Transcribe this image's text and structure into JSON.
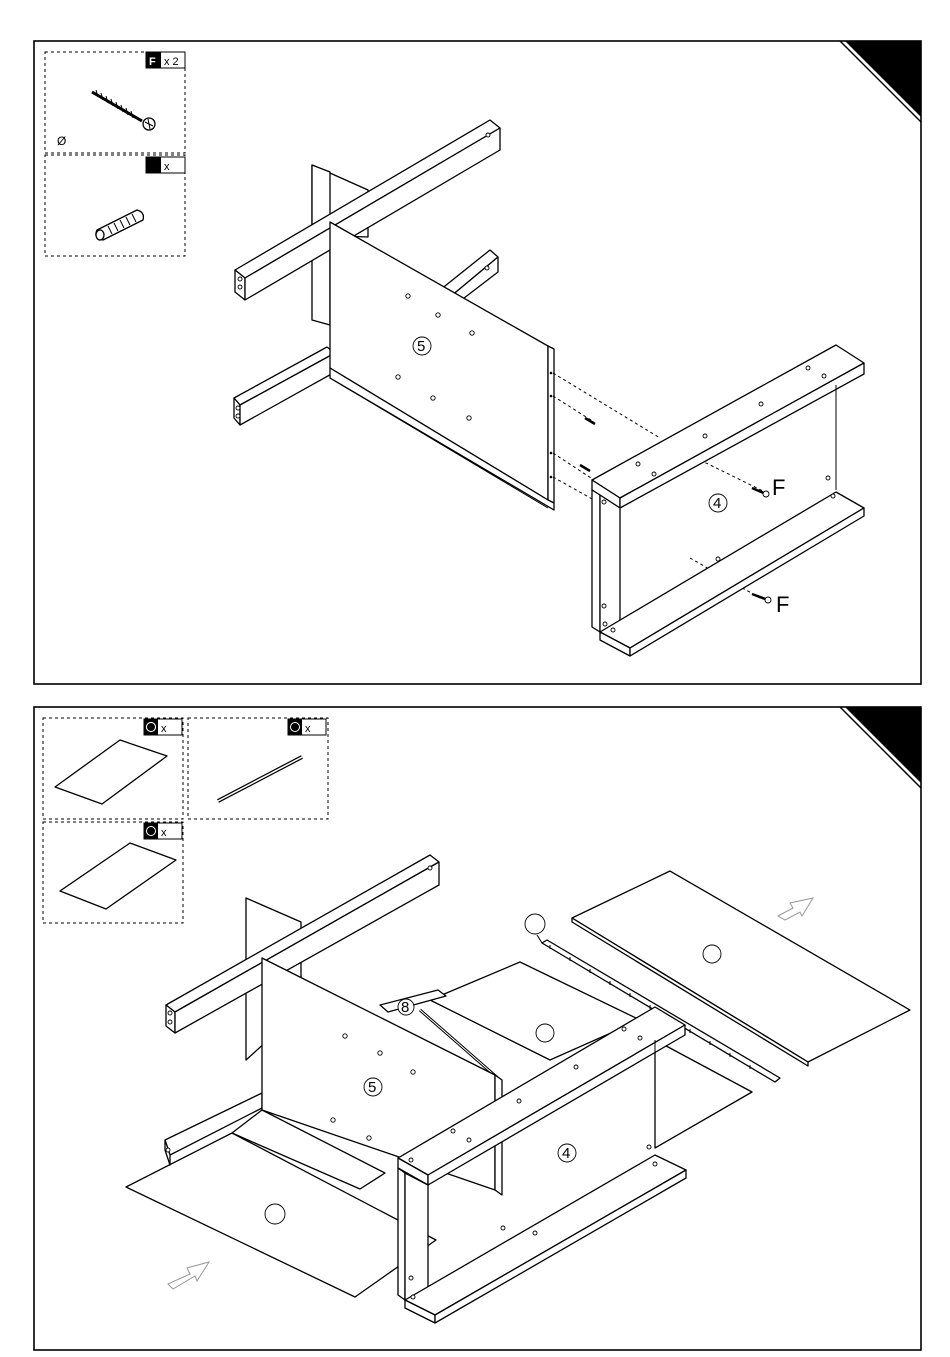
{
  "step1": {
    "parts_box": {
      "screw": {
        "letter": "F",
        "qty": "x 2",
        "diameter_symbol": "Ø",
        "icon": "screw-icon"
      },
      "dowel": {
        "qty": "x",
        "icon": "dowel-icon"
      }
    },
    "labels": {
      "panel_5": "5",
      "panel_4": "4",
      "screw_top": "F",
      "screw_bottom": "F"
    }
  },
  "step2": {
    "parts_box": {
      "panel_a": {
        "qty": "x",
        "icon": "panel-icon"
      },
      "rod": {
        "qty": "x",
        "icon": "rod-icon"
      },
      "panel_b": {
        "qty": "x",
        "icon": "panel-icon"
      }
    },
    "labels": {
      "panel_5": "5",
      "panel_4": "4",
      "part_8": "8"
    }
  },
  "colors": {
    "ink": "#000000",
    "paper": "#ffffff",
    "arrow": "#bbbbbb"
  }
}
